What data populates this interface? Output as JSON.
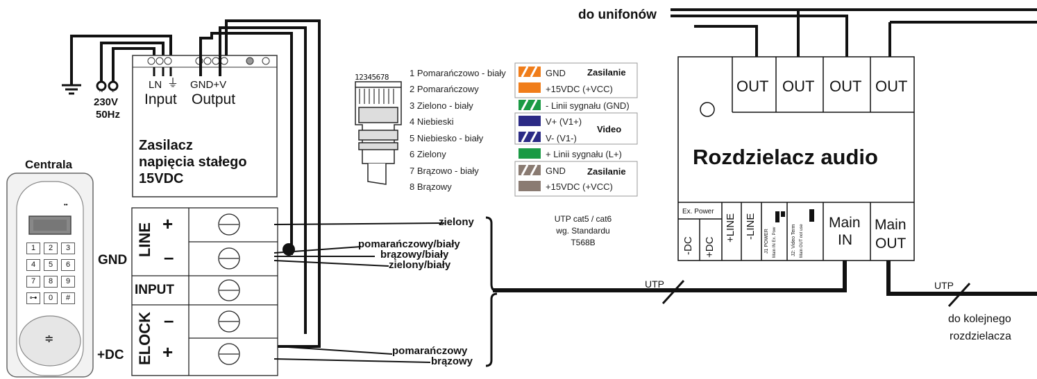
{
  "psu": {
    "voltage": "230V",
    "frequency": "50Hz",
    "pin_n": "N",
    "pin_l": "L",
    "input_pins": "LN",
    "ground_symbol": "⏚",
    "output_pins": "GND+V",
    "input_label": "Input",
    "output_label": "Output",
    "title_line1": "Zasilacz",
    "title_line2": "napięcia stałego",
    "title_line3": "15VDC"
  },
  "central": {
    "title": "Centrala",
    "dots": "••",
    "keys": [
      "1",
      "2",
      "3",
      "4",
      "5",
      "6",
      "7",
      "8",
      "9",
      "⊶",
      "0",
      "#"
    ],
    "speaker": "≑"
  },
  "terminal": {
    "gnd": "GND",
    "dc": "+DC",
    "line": "LINE",
    "input": "INPUT",
    "elock": "ELOCK",
    "plus": "+",
    "minus": "–"
  },
  "rj45": {
    "numbers": "12345678",
    "pins": [
      "1 Pomarańczowo - biały",
      "2 Pomarańczowy",
      "3 Zielono - biały",
      "4 Niebieski",
      "5 Niebiesko - biały",
      "6 Zielony",
      "7 Brązowo - biały",
      "8 Brązowy"
    ],
    "functions": [
      "GND",
      "+15VDC (+VCC)",
      "- Linii sygnału (GND)",
      "V+ (V1+)",
      "V- (V1-)",
      "+ Linii sygnału (L+)",
      "GND",
      "+15VDC (+VCC)"
    ],
    "group_power": "Zasilanie",
    "group_video": "Video",
    "standard": [
      "UTP cat5 / cat6",
      "wg. Standardu",
      "T568B"
    ],
    "colors": {
      "orange": "#f07d1a",
      "green": "#1a9a44",
      "blue": "#2b2a85",
      "brown": "#8a7b72"
    }
  },
  "wires": {
    "zielony": "zielony",
    "pom_bialy": "pomarańczowy/biały",
    "braz_bialy": "brązowy/biały",
    "ziel_bialy": "zielony/biały",
    "pomaranczowy": "pomarańczowy",
    "brazowy": "brązowy",
    "utp": "UTP"
  },
  "splitter": {
    "do_unifonow": "do unifonów",
    "out": "OUT",
    "title": "Rozdzielacz audio",
    "ex_power": "Ex. Power",
    "minus_dc": "-DC",
    "plus_dc": "+DC",
    "plus_line": "+LINE",
    "minus_line": "-LINE",
    "j1": "J1 POWER",
    "j1_sub": "Main IN  Ex. Pow",
    "j2": "J2: Video Term",
    "j2_sub": "Main OUT  not use",
    "main": "Main",
    "in": "IN",
    "out_main": "OUT",
    "next_line1": "do kolejnego",
    "next_line2": "rozdzielacza"
  }
}
